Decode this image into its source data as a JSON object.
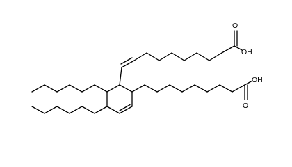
{
  "molecule": {
    "labels": {
      "upper_carbonyl_o": "O",
      "upper_hydroxyl": "OH",
      "lower_carbonyl_o": "O",
      "lower_hydroxyl": "OH"
    }
  }
}
